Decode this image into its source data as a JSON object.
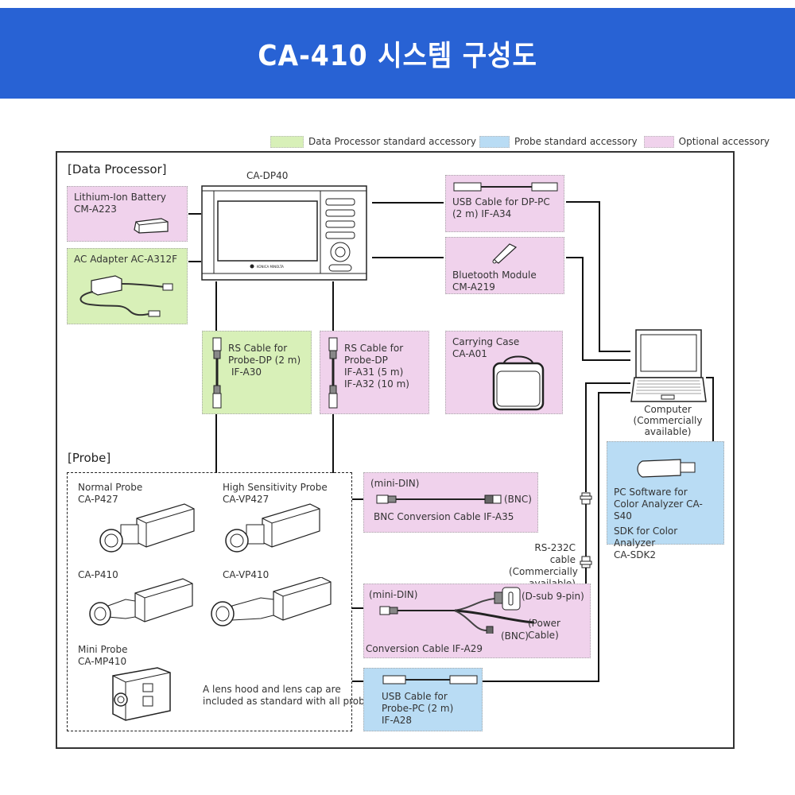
{
  "banner": {
    "title": "CA-410 시스템 구성도",
    "background": "#2862d4"
  },
  "legend": [
    {
      "label": "Data Processor standard accessory",
      "color": "#d8f0b8"
    },
    {
      "label": "Probe standard accessory",
      "color": "#b9dcf4"
    },
    {
      "label": "Optional accessory",
      "color": "#f0d2ec"
    }
  ],
  "sections": {
    "data_processor": "[Data Processor]",
    "probe": "[Probe]"
  },
  "data_processor": {
    "model": "CA-DP40",
    "brand": "KONICA MINOLTA",
    "battery": {
      "line1": "Lithium-Ion Battery",
      "line2": "CM-A223"
    },
    "ac_adapter": {
      "line1": "AC Adapter AC-A312F"
    },
    "usb_dp_pc": {
      "line1": "USB Cable for DP-PC",
      "line2": "(2 m) IF-A34"
    },
    "bluetooth": {
      "line1": "Bluetooth Module",
      "line2": "CM-A219"
    },
    "rs_cable_std": {
      "line1": "RS Cable for",
      "line2": "Probe-DP (2 m)",
      "line3": "IF-A30"
    },
    "rs_cable_opt": {
      "line1": "RS Cable for",
      "line2": "Probe-DP",
      "line3": "IF-A31 (5 m)",
      "line4": "IF-A32 (10 m)"
    },
    "carrying_case": {
      "line1": "Carrying Case",
      "line2": "CA-A01"
    }
  },
  "computer": {
    "line1": "Computer",
    "line2": "(Commercially",
    "line3": "available)"
  },
  "software": {
    "line1": "PC Software for",
    "line2": "Color Analyzer CA-S40",
    "line3": "SDK for Color Analyzer",
    "line4": "CA-SDK2"
  },
  "probes": [
    {
      "name": "Normal Probe",
      "model": "CA-P427"
    },
    {
      "name": "High Sensitivity Probe",
      "model": "CA-VP427"
    },
    {
      "name": "",
      "model": "CA-P410"
    },
    {
      "name": "",
      "model": "CA-VP410"
    },
    {
      "name": "Mini Probe",
      "model": "CA-MP410"
    }
  ],
  "probe_note": {
    "line1": "A lens hood and lens cap are",
    "line2": "included as standard with all probes"
  },
  "bnc_cable": {
    "mini_din": "(mini-DIN)",
    "bnc": "(BNC)",
    "name": "BNC Conversion Cable IF-A35"
  },
  "rs232c": {
    "line1": "RS-232C cable",
    "line2": "(Commercially",
    "line3": "available)"
  },
  "conversion_cable": {
    "mini_din": "(mini-DIN)",
    "dsub": "(D-sub  9-pin)",
    "power": "(Power Cable)",
    "bnc": "(BNC)",
    "name": "Conversion Cable IF-A29"
  },
  "usb_probe_pc": {
    "line1": "USB Cable for",
    "line2": "Probe-PC (2 m)",
    "line3": "IF-A28"
  }
}
